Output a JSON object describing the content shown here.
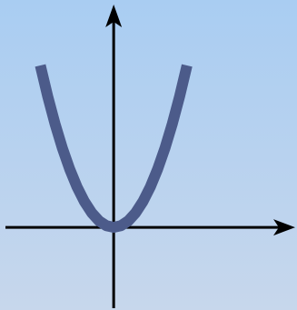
{
  "chart_data": {
    "type": "line",
    "title": "",
    "xlabel": "",
    "ylabel": "",
    "xlim": [
      -1.55,
      2.5
    ],
    "ylim": [
      -1.2,
      3.3
    ],
    "grid": false,
    "legend": "none",
    "series": [
      {
        "x": [
          -1.0,
          -0.9,
          -0.8,
          -0.7,
          -0.6,
          -0.5,
          -0.4,
          -0.3,
          -0.2,
          -0.1,
          0.0,
          0.1,
          0.2,
          0.3,
          0.4,
          0.5,
          0.6,
          0.7,
          0.8,
          0.9,
          1.0
        ],
        "y": [
          2.35,
          1.9035,
          1.504,
          1.1515,
          0.846,
          0.5875,
          0.376,
          0.2115,
          0.094,
          0.0235,
          0.0,
          0.0235,
          0.094,
          0.2115,
          0.376,
          0.5875,
          0.846,
          1.1515,
          1.504,
          1.9035,
          2.35
        ]
      }
    ],
    "colors": {
      "background_top": "#a9cdf2",
      "background_bottom": "#c7d7ec",
      "curve": "#4c5b8a",
      "axis": "#000000"
    }
  }
}
